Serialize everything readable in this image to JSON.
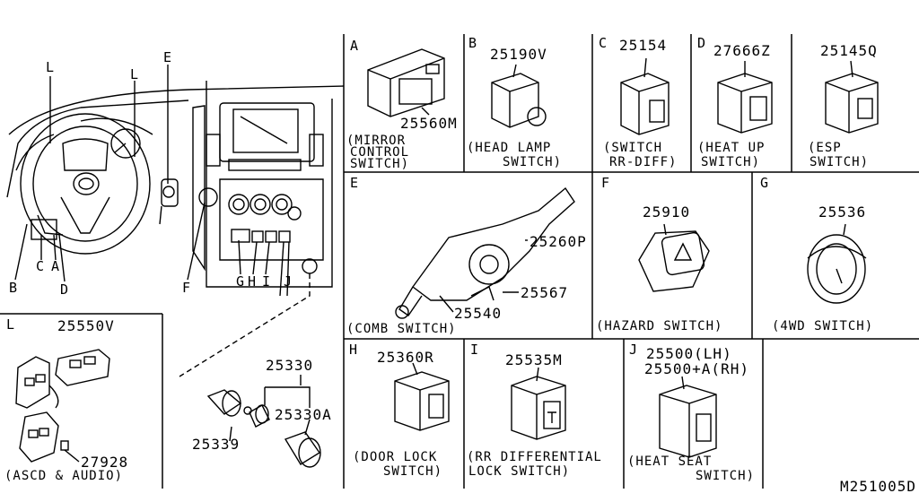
{
  "drawing_id": "M251005D",
  "overview": {
    "callouts": [
      "L",
      "L",
      "E",
      "B",
      "C",
      "A",
      "D",
      "F",
      "G",
      "H",
      "I",
      "J"
    ]
  },
  "panels": {
    "A": {
      "letter": "A",
      "part": "25560M",
      "caption": [
        "(MIRROR",
        "CONTROL",
        "SWITCH)"
      ]
    },
    "B": {
      "letter": "B",
      "part": "25190V",
      "caption": [
        "(HEAD LAMP",
        "SWITCH)"
      ]
    },
    "C": {
      "letter": "C",
      "part": "25154",
      "caption": [
        "(SWITCH",
        "RR-DIFF)"
      ]
    },
    "D": {
      "letter": "D",
      "part": "27666Z",
      "caption": [
        "(HEAT UP",
        "SWITCH)"
      ]
    },
    "ESP": {
      "letter": "",
      "part": "25145Q",
      "caption": [
        "(ESP",
        "SWITCH)"
      ]
    },
    "E": {
      "letter": "E",
      "parts": [
        "25260P",
        "25567",
        "25540"
      ],
      "caption": [
        "(COMB SWITCH)"
      ]
    },
    "F": {
      "letter": "F",
      "part": "25910",
      "caption": [
        "(HAZARD SWITCH)"
      ]
    },
    "G": {
      "letter": "G",
      "part": "25536",
      "caption": [
        "(4WD SWITCH)"
      ]
    },
    "H": {
      "letter": "H",
      "part": "25360R",
      "caption": [
        "(DOOR LOCK",
        "SWITCH)"
      ]
    },
    "I": {
      "letter": "I",
      "part": "25535M",
      "caption": [
        "(RR DIFFERENTIAL",
        "LOCK SWITCH)"
      ]
    },
    "J": {
      "letter": "J",
      "parts": [
        "25500(LH)",
        "25500+A(RH)"
      ],
      "caption": [
        "(HEAT SEAT",
        "SWITCH)"
      ]
    },
    "L": {
      "letter": "L",
      "parts": [
        "25550V",
        "27928"
      ],
      "caption": [
        "(ASCD & AUDIO)"
      ]
    },
    "lighter": {
      "parts": [
        "25330",
        "25330A",
        "25339"
      ]
    }
  }
}
